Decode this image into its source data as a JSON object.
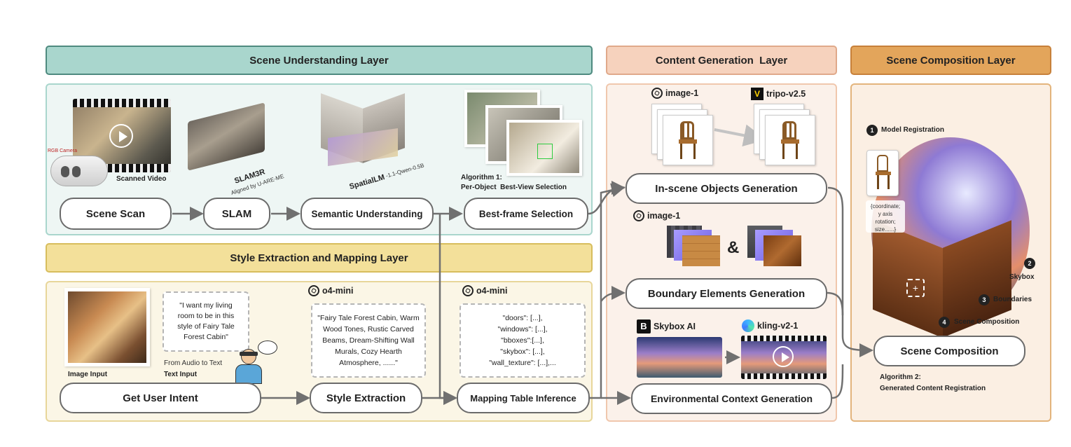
{
  "layers": {
    "scene_understanding": "Scene Understanding Layer",
    "content_generation": "Content Generation  Layer",
    "scene_composition": "Scene Composition Layer",
    "style_extraction": "Style Extraction and Mapping Layer"
  },
  "nodes": {
    "scene_scan": "Scene Scan",
    "slam": "SLAM",
    "semantic_understanding": "Semantic Understanding",
    "best_frame_selection": "Best-frame Selection",
    "get_user_intent": "Get User Intent",
    "style_extraction": "Style Extraction",
    "mapping_table_inference": "Mapping Table Inference",
    "in_scene_objects_generation": "In-scene Objects Generation",
    "boundary_elements_generation": "Boundary Elements Generation",
    "environmental_context_generation": "Environmental Context Generation",
    "scene_composition": "Scene Composition"
  },
  "scene_understanding": {
    "scanned_video": "Scanned Video",
    "rgb_camera": "RGB Camera",
    "slam3r": "SLAM3R",
    "slam3r_sub": "Aligned by U-ARE-ME",
    "spatiallm": "SpatialLM",
    "spatiallm_sub": "-1.1-Qwen-0.5B",
    "algorithm1_title": "Algorithm 1:",
    "algorithm1_desc": "Per-Object  Best-View Selection"
  },
  "style_layer": {
    "quote": "\"I want my living room to be in this style of Fairy Tale Forest Cabin\"",
    "image_input": "Image Input",
    "from_audio": "From Audio to Text",
    "text_input": "Text Input",
    "model_style": "o4-mini",
    "model_mapping": "o4-mini",
    "style_text": "\"Fairy Tale Forest Cabin, Warm Wood Tones, Rustic Carved Beams, Dream-Shifting Wall Murals, Cozy Hearth Atmosphere,  ......\"",
    "mapping_lines": [
      "\"doors\": [...],",
      "\"windows\": [...],",
      "\"bboxes\":[...],",
      "\"skybox\": [...],",
      "\"wall_texture\": [...],..."
    ]
  },
  "content_generation": {
    "image_model_1": "image-1",
    "tripo": "tripo-v2.5",
    "image_model_2": "image-1",
    "ampersand": "&",
    "skybox_ai": "Skybox AI",
    "kling": "kling-v2-1"
  },
  "scene_composition": {
    "steps": [
      {
        "num": "1",
        "label": "Model Registration"
      },
      {
        "num": "2",
        "label": "Skybox"
      },
      {
        "num": "3",
        "label": "Boundaries"
      },
      {
        "num": "4",
        "label": "Scene Composition"
      }
    ],
    "registration_caption": "{coordinate;\ny axis rotation;\nsize......}",
    "algorithm2_title": "Algorithm 2:",
    "algorithm2_desc": "Generated Content Registration"
  },
  "colors": {
    "teal_header": "#a9d6cd",
    "teal_border": "#4e8a7f",
    "teal_panel": "#eef6f4",
    "peach_header": "#f6d2bd",
    "peach_border": "#e0a98a",
    "peach_panel": "#fbf1ea",
    "orange_header": "#e3a55b",
    "orange_border": "#c7803a",
    "orange_panel": "#fbefe3",
    "yellow_header": "#f3e09a",
    "yellow_border": "#d7bd5d",
    "yellow_panel": "#fbf6e6",
    "arrow": "#707070"
  }
}
